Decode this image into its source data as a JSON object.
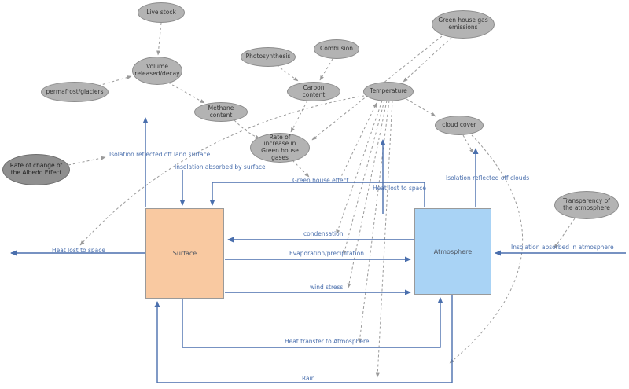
{
  "diagram": {
    "ellipses": [
      {
        "id": "live-stock",
        "label": "Live stock"
      },
      {
        "id": "green-house-gas-emissions",
        "label": "Green house gas emissions"
      },
      {
        "id": "volume-released-decay",
        "label": "Volume released/decay"
      },
      {
        "id": "photosynthesis",
        "label": "Photosynthesis"
      },
      {
        "id": "combusion",
        "label": "Combusion"
      },
      {
        "id": "permafrost-glaciers",
        "label": "permafrost/glaciers"
      },
      {
        "id": "methane-content",
        "label": "Methane content"
      },
      {
        "id": "carbon-content",
        "label": "Carbon content"
      },
      {
        "id": "temperature",
        "label": "Temperature"
      },
      {
        "id": "cloud-cover",
        "label": "cloud cover"
      },
      {
        "id": "albedo-effect",
        "label": "Rate of change of the Albedo Effect"
      },
      {
        "id": "rate-increase-ghg",
        "label": "Rate of increase in Green house gases"
      },
      {
        "id": "transparency-atmosphere",
        "label": "Transparency of the atmosphere"
      }
    ],
    "boxes": [
      {
        "id": "surface",
        "label": "Surface"
      },
      {
        "id": "atmosphere",
        "label": "Atmosphere"
      }
    ],
    "flow_labels": [
      {
        "text": "Isolation reflected off land surface"
      },
      {
        "text": "Insolation absorbed by surface"
      },
      {
        "text": "Green house effect"
      },
      {
        "text": "Heat lost to space"
      },
      {
        "text": "Isolation reflected off clouds"
      },
      {
        "text": "Heat lost to space"
      },
      {
        "text": "condensation"
      },
      {
        "text": "Evaporation/precipitation"
      },
      {
        "text": "wind stress"
      },
      {
        "text": "Insolation absorbed in atmosphere"
      },
      {
        "text": "Heat transfer to Atmosphere"
      },
      {
        "text": "Rain"
      }
    ],
    "colors": {
      "node_fill": "#b3b3b3",
      "node_stroke": "#8c8c8c",
      "dark_node_fill": "#8f8f8f",
      "surface_fill": "#f9c9a1",
      "atmosphere_fill": "#a9d3f5",
      "flow_color": "#4a6fad",
      "link_color": "#9a9a9a"
    }
  }
}
